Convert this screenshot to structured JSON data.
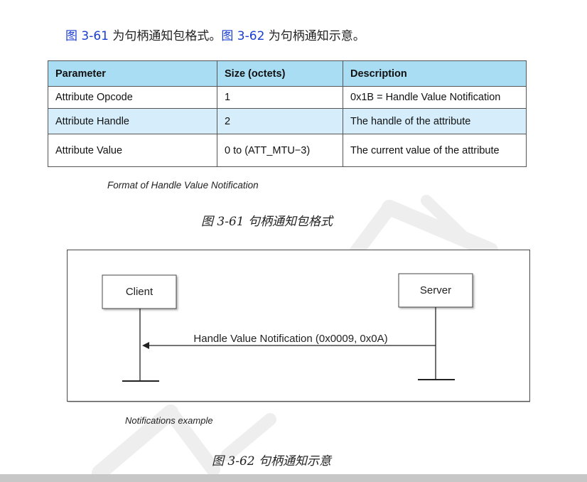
{
  "intro": {
    "ref1": "图 3-61",
    "text1": " 为句柄通知包格式。",
    "ref2": "图 3-62",
    "text2": " 为句柄通知示意。"
  },
  "table": {
    "headers": [
      "Parameter",
      "Size (octets)",
      "Description"
    ],
    "rows": [
      [
        "Attribute Opcode",
        "1",
        "0x1B = Handle Value Notification"
      ],
      [
        "Attribute Handle",
        "2",
        "The handle of the attribute"
      ],
      [
        "Attribute Value",
        "0 to (ATT_MTU−3)",
        "The current value of the attribute"
      ]
    ],
    "header_color": "#a9ddf4",
    "stripe_color": "#d6eefb"
  },
  "figure1": {
    "caption_en": "Format of Handle Value Notification",
    "caption_zh": "图 3-61 句柄通知包格式"
  },
  "diagram": {
    "client_label": "Client",
    "server_label": "Server",
    "message_label": "Handle Value Notification (0x0009, 0x0A)"
  },
  "figure2": {
    "caption_en": "Notifications example",
    "caption_zh": "图 3-62 句柄通知示意"
  }
}
